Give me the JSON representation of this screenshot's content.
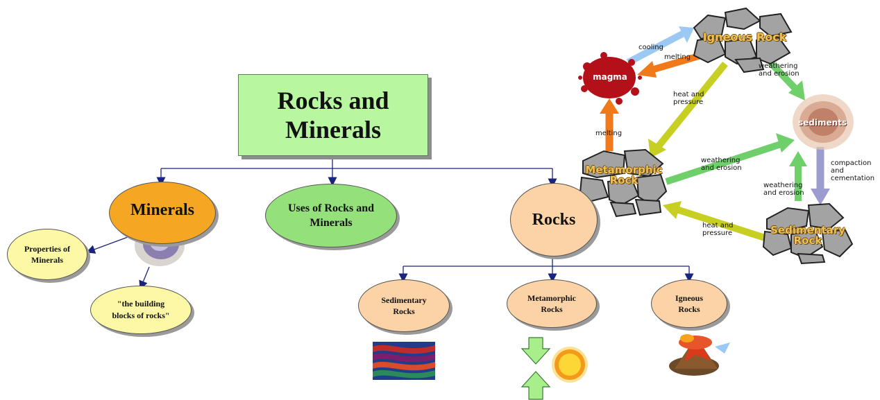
{
  "title": "Rocks and Minerals",
  "nodes": {
    "minerals": "Minerals",
    "uses": "Uses of Rocks and Minerals",
    "rocks": "Rocks",
    "properties": "Properties of Minerals",
    "building_blocks": "\"the building blocks of rocks\"",
    "sedimentary": "Sedimentary Rocks",
    "metamorphic": "Metamorphic Rocks",
    "igneous": "Igneous Rocks"
  },
  "cycle": {
    "igneous_rock": "Igneous Rock",
    "magma": "magma",
    "sediments": "sediments",
    "metamorphic_rock": "Metamorphic Rock",
    "sedimentary_rock": "Sedimentary Rock",
    "labels": {
      "cooling": "cooling",
      "melting_top": "melting",
      "weathering_erosion_1": "weathering and erosion",
      "heat_pressure_1": "heat and pressure",
      "melting_left": "melting",
      "weathering_erosion_2": "weathering and erosion",
      "compaction": "compaction and cementation",
      "weathering_erosion_3": "weathering and erosion",
      "heat_pressure_2": "heat and pressure"
    }
  },
  "colors": {
    "title_fill": "#b8f7a0",
    "minerals_fill": "#f5a623",
    "uses_fill": "#94e07a",
    "rocks_fill": "#fbd3a6",
    "yellow_fill": "#fdf8a6",
    "arrow_green": "#6fcf6a",
    "arrow_orange": "#f07a1a",
    "arrow_yellow": "#c8cf23",
    "arrow_blue": "#9cc9f3",
    "arrow_purple": "#9c9ccf"
  }
}
